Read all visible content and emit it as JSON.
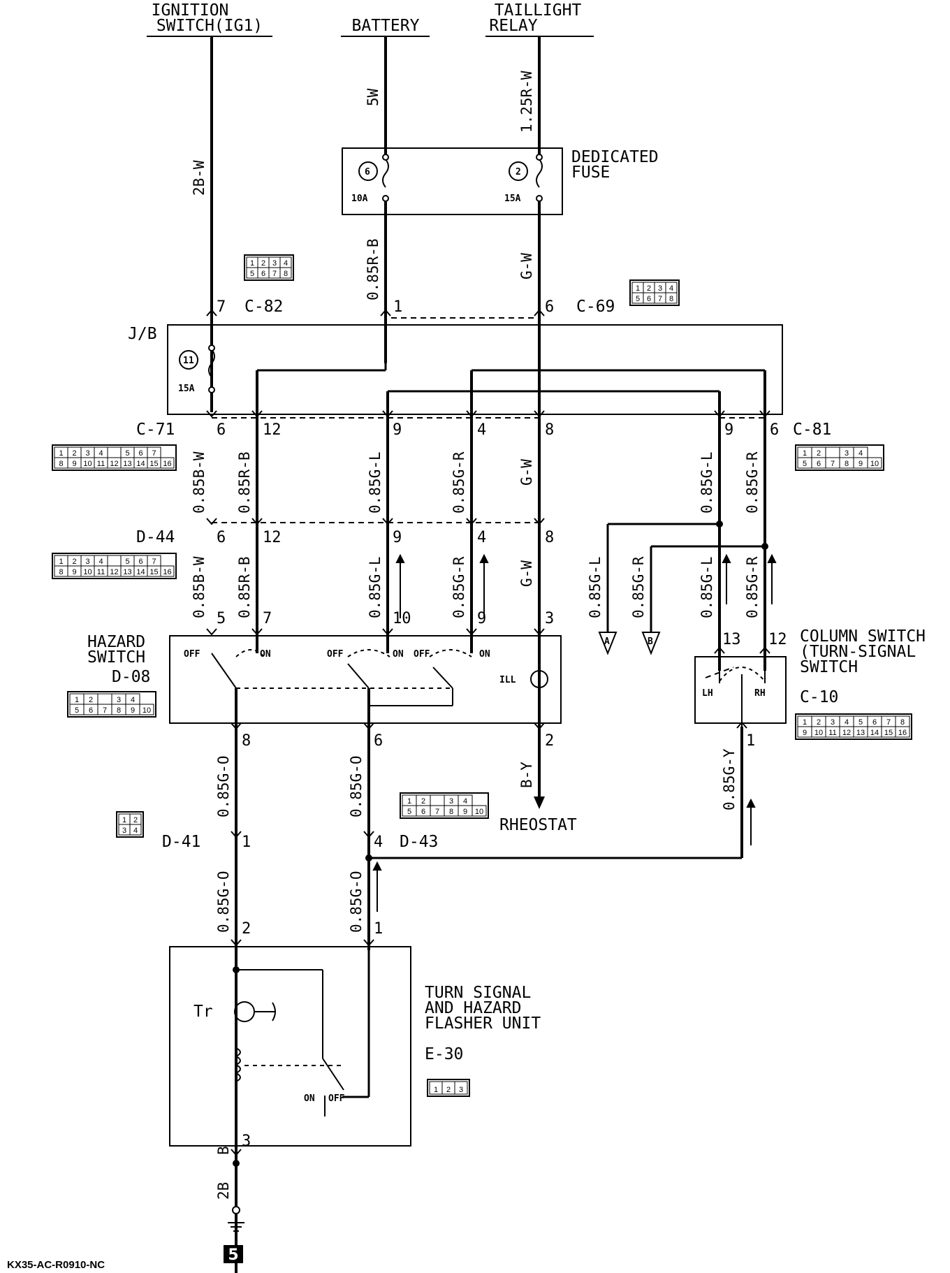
{
  "sources": {
    "ignition": [
      "IGNITION",
      "SWITCH(IG1)"
    ],
    "battery": "BATTERY",
    "taillight": [
      "TAILLIGHT",
      "RELAY"
    ]
  },
  "dedicated_fuse": {
    "label": [
      "DEDICATED",
      "FUSE"
    ],
    "fuses": [
      {
        "num": "6",
        "rating": "10A"
      },
      {
        "num": "2",
        "rating": "15A"
      }
    ]
  },
  "jb": {
    "label": "J/B",
    "fuse": {
      "num": "11",
      "rating": "15A"
    }
  },
  "connectors": {
    "c82": "C-82",
    "c69": "C-69",
    "c71": "C-71",
    "c81": "C-81",
    "d44": "D-44",
    "d08": "D-08",
    "d41": "D-41",
    "d43": "D-43",
    "c10": "C-10",
    "e30": "E-30"
  },
  "wires": {
    "ig": "2B-W",
    "bat": "5W",
    "tail": "1.25R-W",
    "bat_out": "0.85R-B",
    "tail_out": "G-W",
    "a1": "0.85B-W",
    "a2": "0.85R-B",
    "a3": "0.85G-L",
    "a4": "0.85G-R",
    "a5": "G-W",
    "a6": "0.85G-L",
    "a7": "0.85G-R",
    "b1": "0.85B-W",
    "b2": "0.85R-B",
    "b3": "0.85G-L",
    "b4": "0.85G-R",
    "b5": "G-W",
    "b6": "0.85G-L",
    "b7": "0.85G-R",
    "bA": "0.85G-L",
    "bB": "0.85G-R",
    "c1": "0.85G-O",
    "c2": "0.85G-O",
    "c3": "B-Y",
    "c4": "0.85G-Y",
    "d1": "0.85G-O",
    "d2": "0.85G-O",
    "gnd1": "B",
    "gnd2": "2B"
  },
  "pins": {
    "c82": "7",
    "c69_1": "1",
    "c69_6": "6",
    "c71_6": "6",
    "c71_12": "12",
    "c71_9": "9",
    "c71_4": "4",
    "c71_8": "8",
    "c81_9": "9",
    "c81_6": "6",
    "d44_6": "6",
    "d44_12": "12",
    "d44_9": "9",
    "d44_4": "4",
    "d44_8": "8",
    "h5": "5",
    "h7": "7",
    "h10": "10",
    "h9": "9",
    "h3": "3",
    "h8": "8",
    "h6": "6",
    "h2": "2",
    "cs13": "13",
    "cs12": "12",
    "cs1": "1",
    "d41_1": "1",
    "d43_4": "4",
    "f2": "2",
    "f1": "1",
    "f3": "3"
  },
  "hazard": {
    "label": [
      "HAZARD",
      "SWITCH"
    ],
    "off": "OFF",
    "on": "ON",
    "ill": "ILL"
  },
  "column": {
    "label": [
      "COLUMN SWITCH",
      "(TURN-SIGNAL",
      "SWITCH"
    ],
    "lh": "LH",
    "rh": "RH"
  },
  "flasher": {
    "label": [
      "TURN SIGNAL",
      "AND HAZARD",
      "FLASHER UNIT"
    ],
    "tr": "Tr",
    "on": "ON",
    "off": "OFF"
  },
  "rheostat": "RHEOSTAT",
  "refs": {
    "a": "A",
    "b": "B"
  },
  "ground_ref": "5",
  "diagram_code": "KX35-AC-R0910-NC",
  "connector_cells": {
    "c4x2": [
      [
        "1",
        "2",
        "3",
        "4"
      ],
      [
        "5",
        "6",
        "7",
        "8"
      ]
    ],
    "c16": [
      [
        "1",
        "2",
        "3",
        "4",
        "",
        "5",
        "6",
        "7"
      ],
      [
        "8",
        "9",
        "10",
        "11",
        "12",
        "13",
        "14",
        "15",
        "16"
      ]
    ],
    "c10": [
      [
        "1",
        "2",
        "",
        "3",
        "4"
      ],
      [
        "5",
        "6",
        "7",
        "8",
        "9",
        "10"
      ]
    ],
    "c16b": [
      [
        "1",
        "2",
        "3",
        "4",
        "5",
        "6",
        "7",
        "8"
      ],
      [
        "9",
        "10",
        "11",
        "12",
        "13",
        "14",
        "15",
        "16"
      ]
    ],
    "c2x2": [
      [
        "1",
        "2"
      ],
      [
        "3",
        "4"
      ]
    ],
    "e30": [
      "1",
      "2",
      "3"
    ]
  }
}
